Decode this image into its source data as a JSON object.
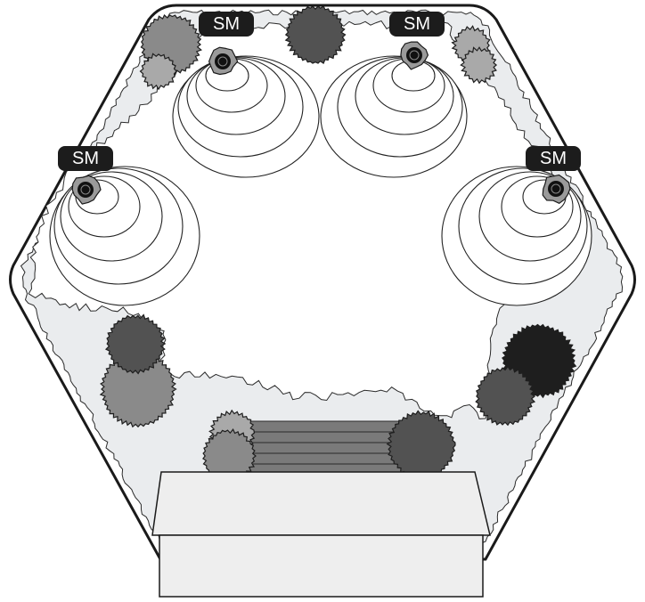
{
  "diagram": {
    "labels": {
      "speaker_1": "SM",
      "speaker_2": "SM",
      "speaker_3": "SM",
      "speaker_4": "SM"
    },
    "colors": {
      "background": "#ffffff",
      "outline": "#1a1a1a",
      "planting_bed": "#eaecee",
      "label_badge": "#1c1c1c",
      "shrub_dark": "#525252",
      "shrub_medium": "#8a8a8a",
      "shrub_light": "#a9a9a9",
      "shrub_black": "#1e1e1e",
      "deck_surface": "#eeeeee",
      "speaker_body": "#9a9a9a"
    },
    "icons": {
      "speaker": "speaker-icon",
      "shrub": "shrub-icon"
    }
  }
}
